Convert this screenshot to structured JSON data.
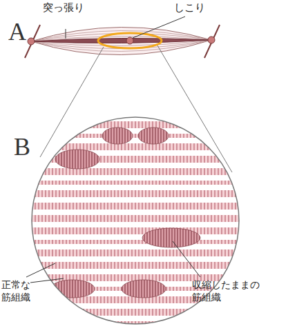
{
  "diagram": {
    "labels": [
      "突っ張り",
      "しこり",
      "A",
      "B",
      "正常な 筋組織",
      "収縮したままの 筋組織"
    ]
  }
}
